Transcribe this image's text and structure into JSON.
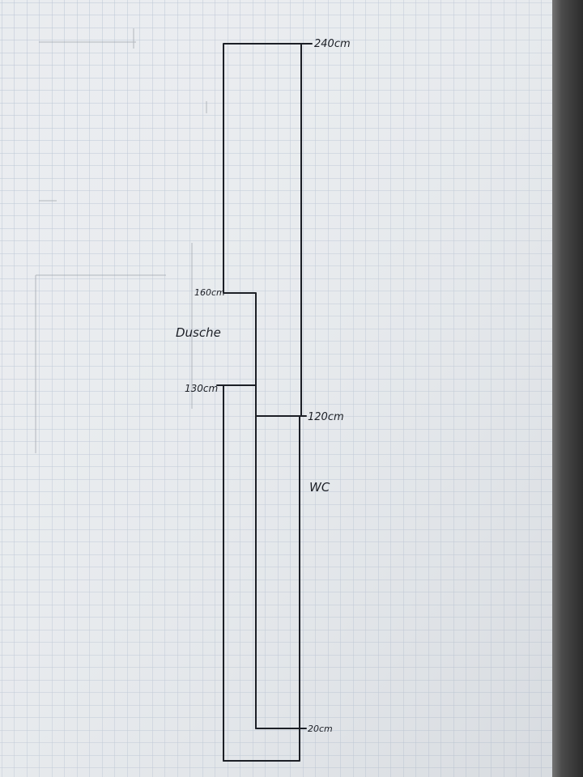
{
  "diagram": {
    "labels": {
      "top_dimension": "240cm",
      "step_dimension_a": "160cm",
      "room_a": "Dusche",
      "step_dimension_b": "130cm",
      "side_dimension": "120cm",
      "room_b": "WC",
      "bottom_dimension": "20cm"
    }
  },
  "colors": {
    "paper": "#e9ecef",
    "grid": "#b9c4d4",
    "ink": "#1c1f26",
    "pencil": "#9aa0a8"
  }
}
